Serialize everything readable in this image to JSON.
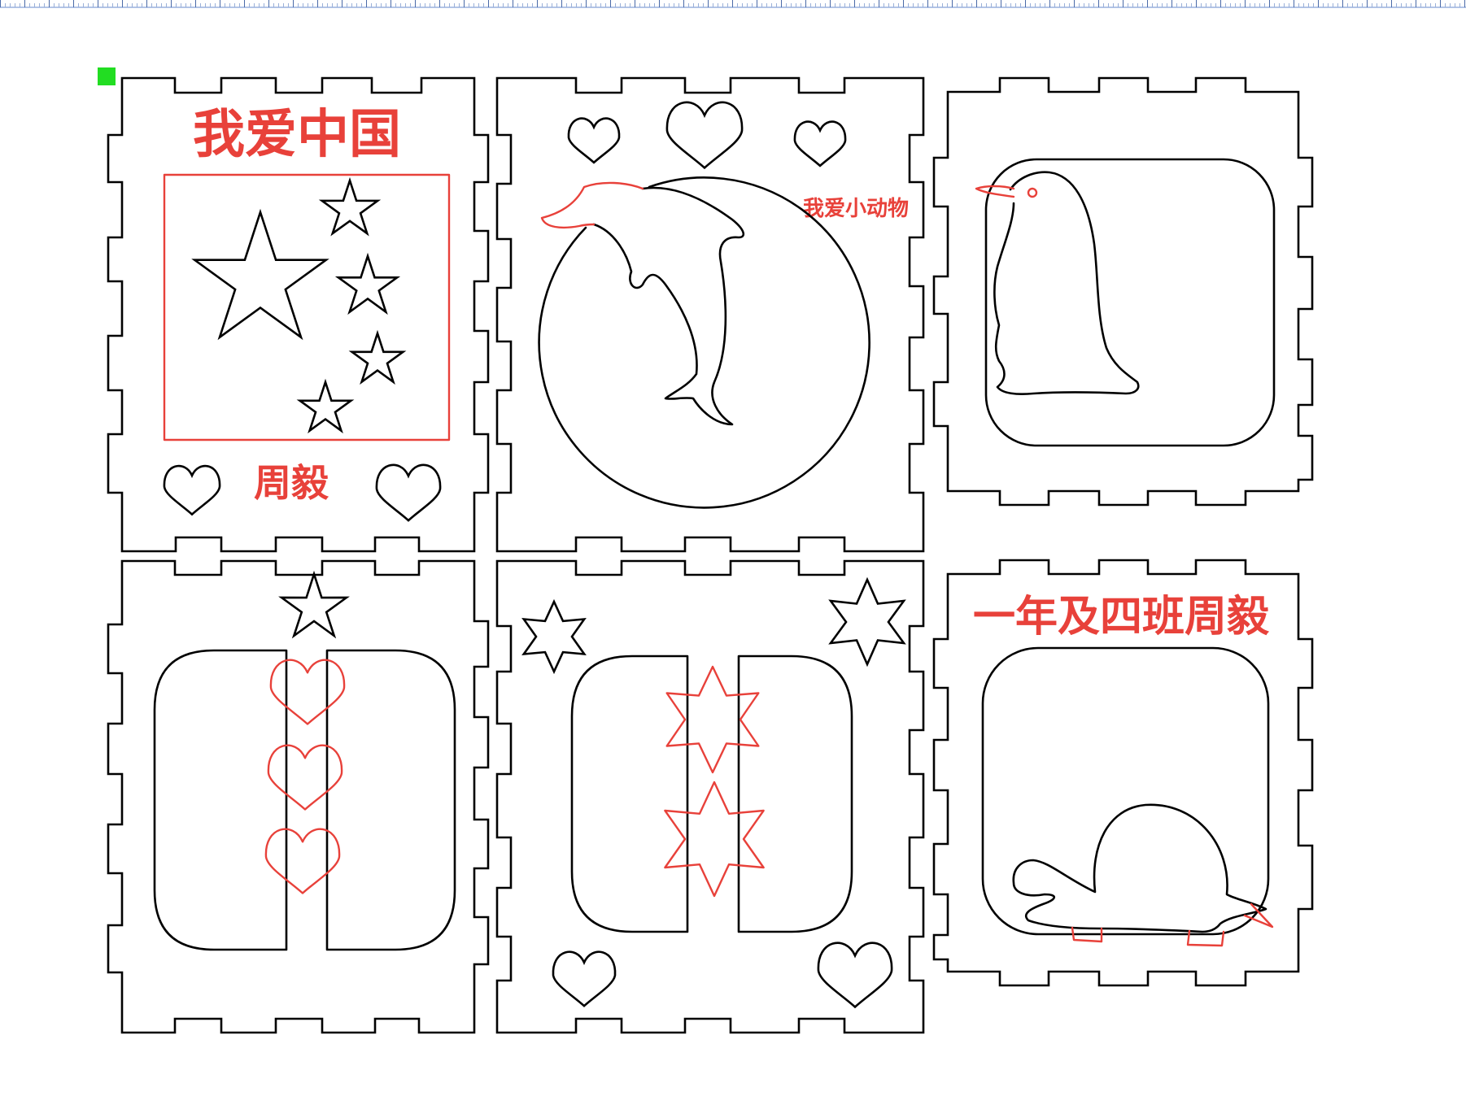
{
  "colors": {
    "cut_line": "#000000",
    "engrave_line": "#e8413a",
    "origin_marker": "#22dd22",
    "ruler": "#6688cc",
    "background": "#ffffff"
  },
  "panels": {
    "p1": {
      "title": "我爱中国",
      "bottom_text": "周毅"
    },
    "p2": {
      "corner_text": "我爱小动物"
    },
    "p6": {
      "title": "一年及四班周毅"
    }
  },
  "icons": {
    "stars": "star-icon",
    "hearts": "heart-icon",
    "dolphin": "dolphin-icon",
    "penguin": "penguin-icon",
    "turtle": "turtle-icon"
  }
}
